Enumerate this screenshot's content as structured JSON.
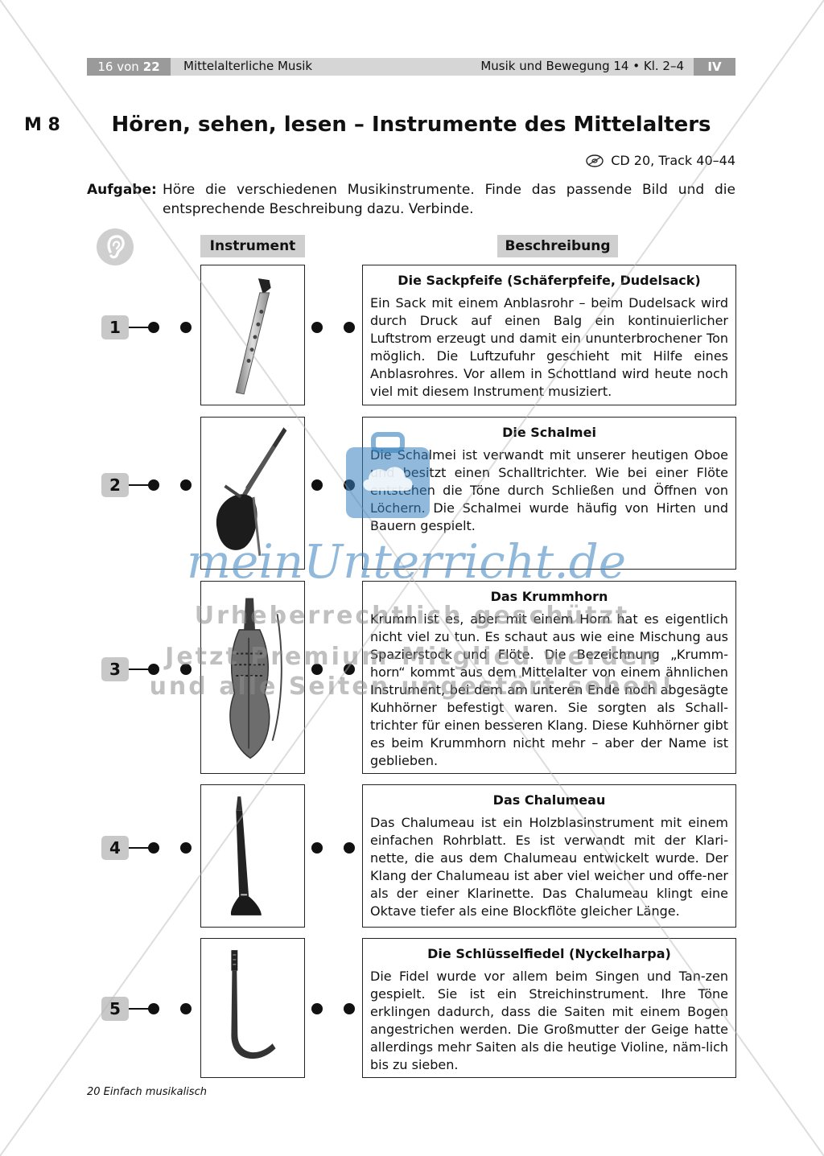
{
  "header": {
    "page_prefix": "16 von",
    "page_total": "22",
    "topic": "Mittelalterliche Musik",
    "series": "Musik und Bewegung 14 • Kl. 2–4",
    "roman": "IV"
  },
  "material_label": "M 8",
  "title": "Hören, sehen, lesen – Instrumente des Mittelalters",
  "cd_reference": "CD 20, Track 40–44",
  "task": {
    "label": "Aufgabe:",
    "text": "Höre die verschiedenen Musikinstrumente. Finde das passende Bild und die entsprechende Beschreibung dazu. Verbinde."
  },
  "columns": {
    "instrument": "Instrument",
    "description": "Beschreibung"
  },
  "rows": [
    {
      "number": "1",
      "title": "Die Sackpfeife (Schäferpfeife, Dudelsack)",
      "text": "Ein Sack mit einem Anblasrohr – beim Dudelsack wird durch Druck auf einen Balg ein kontinuierlicher Luftstrom erzeugt und damit ein ununterbrochener Ton möglich. Die Luftzufuhr geschieht mit Hilfe eines Anblasrohres. Vor allem in Schottland wird heute noch viel mit diesem Instrument musiziert."
    },
    {
      "number": "2",
      "title": "Die Schalmei",
      "text": "Die Schalmei ist verwandt mit unserer heutigen Oboe und besitzt einen Schalltrichter. Wie bei einer Flöte entstehen die Töne durch Schließen und Öffnen von Löchern. Die Schalmei wurde häufig von Hirten und Bauern gespielt."
    },
    {
      "number": "3",
      "title": "Das Krummhorn",
      "text": "Krumm ist es, aber mit einem Horn hat es eigentlich nicht viel zu tun. Es schaut aus wie eine Mischung aus Spazierstock und Flöte. Die Bezeichnung „Krumm-horn“ kommt aus dem Mittelalter von einem ähnlichen Instrument, bei dem am unteren Ende noch abgesägte Kuhhörner befestigt waren. Sie sorgten als Schall-trichter für einen besseren Klang. Diese Kuhhörner gibt es beim Krummhorn nicht mehr – aber der Name ist geblieben."
    },
    {
      "number": "4",
      "title": "Das Chalumeau",
      "text": "Das Chalumeau ist ein Holzblasinstrument mit einem einfachen Rohrblatt. Es ist verwandt mit der Klari-nette, die aus dem Chalumeau entwickelt wurde. Der Klang der Chalumeau ist aber viel weicher und offe-ner als der einer Klarinette. Das Chalumeau klingt eine Oktave tiefer als eine Blockflöte gleicher Länge."
    },
    {
      "number": "5",
      "title": "Die Schlüsselfiedel (Nyckelharpa)",
      "text": "Die Fidel wurde vor allem beim Singen und Tan-zen gespielt. Sie ist ein Streichinstrument. Ihre Töne erklingen dadurch, dass die Saiten mit einem Bogen angestrichen werden. Die Großmutter der Geige hatte allerdings mehr Saiten als die heutige Violine, näm-lich bis zu sieben."
    }
  ],
  "footer": "20 Einfach musikalisch",
  "watermark": {
    "brand": "meinUnterricht.de",
    "line1": "Urheberrechtlich geschützt",
    "line2": "Jetzt Premium-Mitglied werden",
    "line3": "und alle Seiten ungestört sehen!"
  }
}
